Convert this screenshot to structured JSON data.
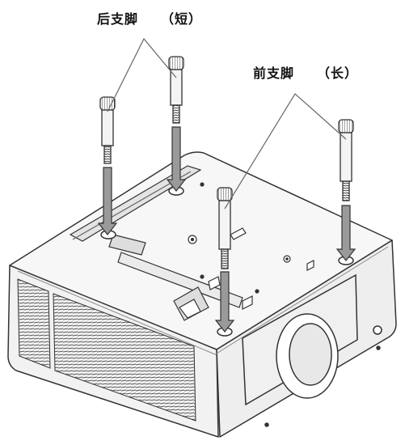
{
  "labels": {
    "rear_feet": "后支脚",
    "rear_spec": "（短）",
    "front_feet": "前支脚",
    "front_spec": "（长）"
  },
  "colors": {
    "line": "#333333",
    "body_fill": "#f7f7f7",
    "shade": "#dcdcdc",
    "arrow": "#9a9a9a",
    "arrow_edge": "#333333"
  }
}
